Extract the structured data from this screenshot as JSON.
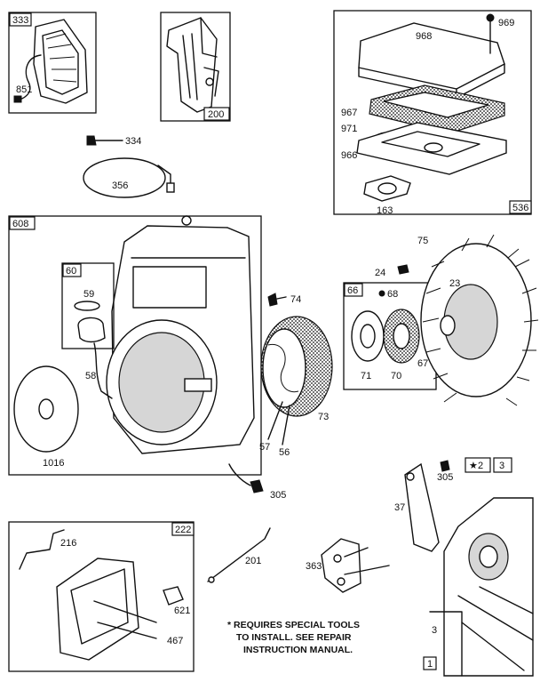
{
  "labels": {
    "p333": "333",
    "p851": "851",
    "p200": "200",
    "p334": "334",
    "p356": "356",
    "p968": "968",
    "p969": "969",
    "p967": "967",
    "p971": "971",
    "p966": "966",
    "p163": "163",
    "p536": "536",
    "p608": "608",
    "p60": "60",
    "p59": "59",
    "p58": "58",
    "p1016": "1016",
    "p74": "74",
    "p73": "73",
    "p57": "57",
    "p56": "56",
    "p305a": "305",
    "p66": "66",
    "p68": "68",
    "p71": "71",
    "p70": "70",
    "p67": "67",
    "p24": "24",
    "p75": "75",
    "p23": "23",
    "p222": "222",
    "p216": "216",
    "p621": "621",
    "p467": "467",
    "p201": "201",
    "p363": "363",
    "p37": "37",
    "p305b": "305",
    "p2": "2",
    "p3box": "3",
    "p3": "3",
    "p1": "1",
    "star": "★"
  },
  "note": {
    "line1": "* REQUIRES SPECIAL TOOLS",
    "line2": "TO INSTALL.  SEE REPAIR",
    "line3": "INSTRUCTION MANUAL."
  }
}
